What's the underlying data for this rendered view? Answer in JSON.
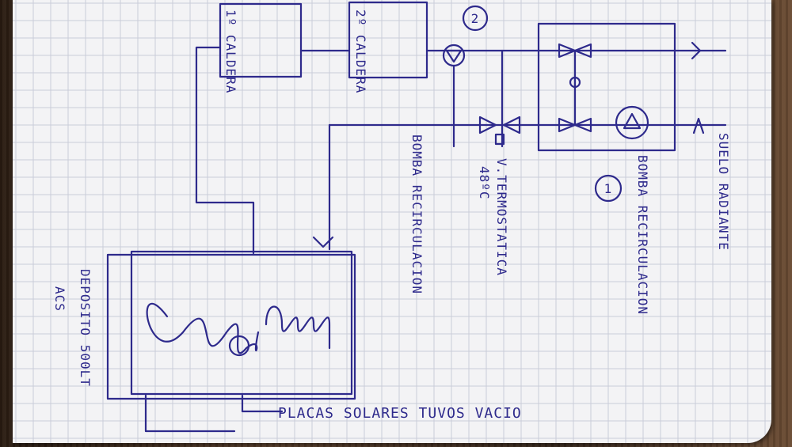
{
  "labels": {
    "caldera_1": "1º CALDERA",
    "caldera_2": "2º CALDERA",
    "bomba_2_number": "2",
    "bomba_1_number": "1",
    "bomba_recirculacion_left": "BOMBA RECIRCULACION",
    "valvula_termostatica": "V.TERMOSTATICA",
    "temperatura": "48ºC",
    "bomba_recirculacion_right": "BOMBA RECIRCULACION",
    "suelo_radiante": "SUELO RADIANTE",
    "deposito": "DEPOSITO 500LT",
    "acs": "ACS",
    "placas_solares": "PLACAS SOLARES TUVOS VACIO"
  },
  "colors": {
    "ink": "#2e2a8c",
    "paper": "#f3f3f5",
    "grid": "#c9ccd9"
  }
}
